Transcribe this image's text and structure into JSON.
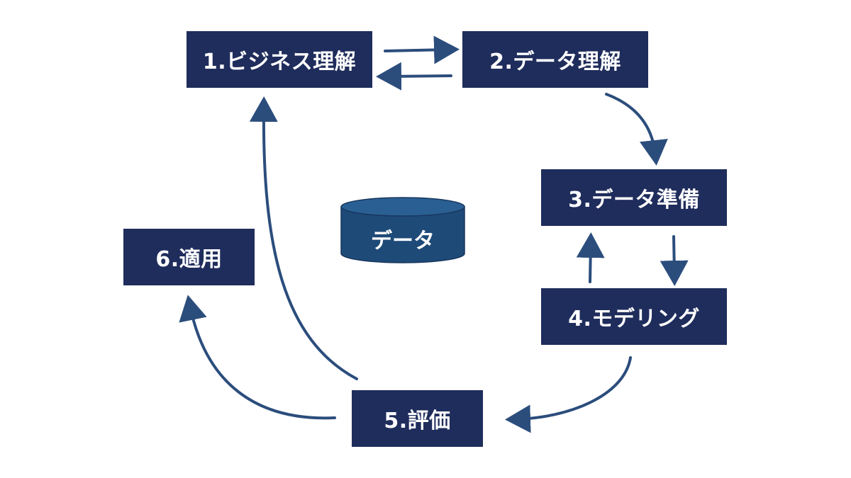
{
  "nodes": {
    "business_understanding": "1.ビジネス理解",
    "data_understanding": "2.データ理解",
    "data_preparation": "3.データ準備",
    "modeling": "4.モデリング",
    "evaluation": "5.評価",
    "deployment": "6.適用"
  },
  "data_store": {
    "label": "データ"
  },
  "colors": {
    "node_fill": "#1f2d5c",
    "arrow": "#2b4d7c",
    "cylinder_side": "#1e4a78",
    "cylinder_top": "#2a5f93",
    "text": "#ffffff"
  }
}
